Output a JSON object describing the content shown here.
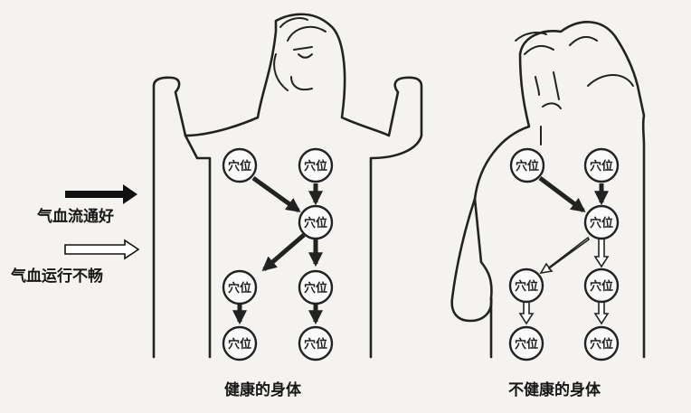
{
  "legend": {
    "good_flow": "气血流通好",
    "poor_flow": "气血运行不畅"
  },
  "captions": {
    "healthy": "健康的身体",
    "unhealthy": "不健康的身体"
  },
  "node_label": "穴位",
  "healthy_nodes": [
    "穴位",
    "穴位",
    "穴位",
    "穴位",
    "穴位",
    "穴位",
    "穴位"
  ],
  "unhealthy_nodes": [
    "穴位",
    "穴位",
    "穴位",
    "穴位",
    "穴位",
    "穴位",
    "穴位"
  ]
}
